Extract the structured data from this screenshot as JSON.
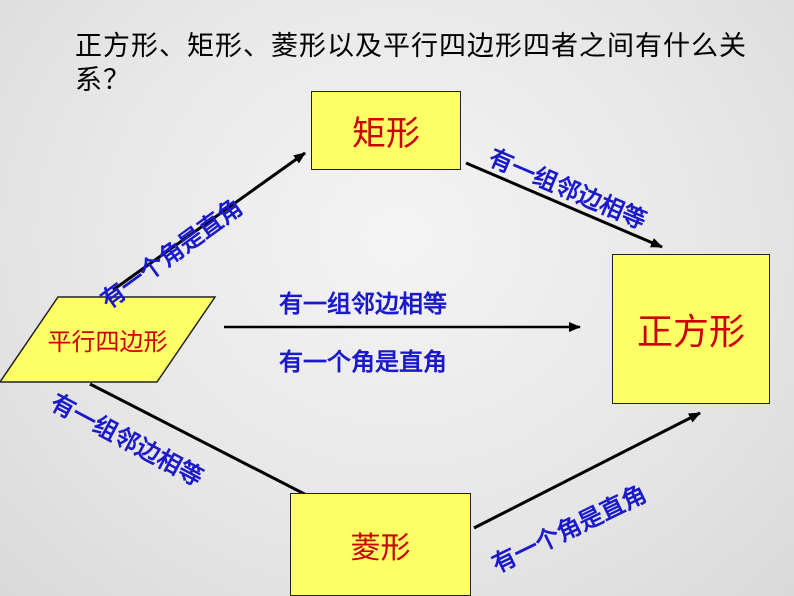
{
  "title": "正方形、矩形、菱形以及平行四边形四者之间有什么关系？",
  "nodes": {
    "parallelogram": "平行四边形",
    "rectangle": "矩形",
    "square": "正方形",
    "rhombus": "菱形"
  },
  "edges": {
    "para_to_rect": "有一个角是直角",
    "rect_to_square": "有一组邻边相等",
    "para_to_square_top": "有一组邻边相等",
    "para_to_square_bottom": "有一个角是直角",
    "para_to_rhombus": "有一组邻边相等",
    "rhombus_to_square": "有一个角是直角"
  },
  "colors": {
    "node_fill": "#ffff66",
    "node_text": "#cc0000",
    "edge_label": "#1a1acc"
  }
}
